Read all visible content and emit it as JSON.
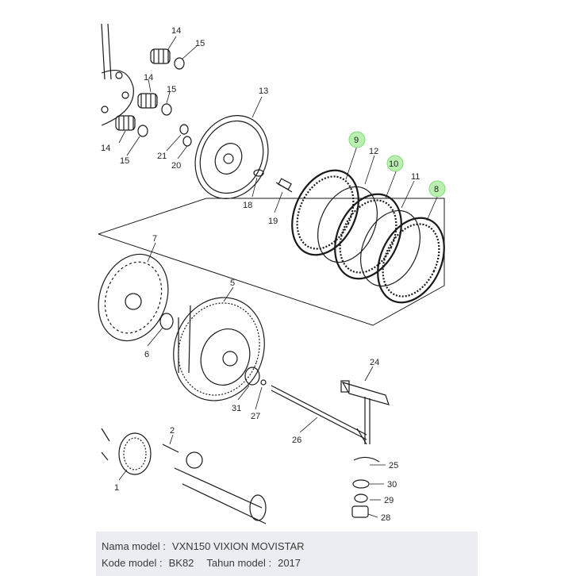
{
  "diagram": {
    "callouts": [
      {
        "id": "c14a",
        "label": "14"
      },
      {
        "id": "c15a",
        "label": "15"
      },
      {
        "id": "c14b",
        "label": "14"
      },
      {
        "id": "c15b",
        "label": "15"
      },
      {
        "id": "c13",
        "label": "13"
      },
      {
        "id": "c14c",
        "label": "14"
      },
      {
        "id": "c15c",
        "label": "15"
      },
      {
        "id": "c21",
        "label": "21"
      },
      {
        "id": "c20",
        "label": "20"
      },
      {
        "id": "c18",
        "label": "18"
      },
      {
        "id": "c19",
        "label": "19"
      },
      {
        "id": "c9",
        "label": "9",
        "highlighted": true
      },
      {
        "id": "c12",
        "label": "12"
      },
      {
        "id": "c10",
        "label": "10",
        "highlighted": true
      },
      {
        "id": "c11",
        "label": "11"
      },
      {
        "id": "c8",
        "label": "8",
        "highlighted": true
      },
      {
        "id": "c7",
        "label": "7"
      },
      {
        "id": "c5",
        "label": "5"
      },
      {
        "id": "c6",
        "label": "6"
      },
      {
        "id": "c31",
        "label": "31"
      },
      {
        "id": "c27",
        "label": "27"
      },
      {
        "id": "c24",
        "label": "24"
      },
      {
        "id": "c26",
        "label": "26"
      },
      {
        "id": "c2",
        "label": "2"
      },
      {
        "id": "c1",
        "label": "1"
      },
      {
        "id": "c25",
        "label": "25"
      },
      {
        "id": "c30",
        "label": "30"
      },
      {
        "id": "c29",
        "label": "29"
      },
      {
        "id": "c28",
        "label": "28"
      }
    ],
    "highlight_color": "#b9f0b0"
  },
  "info": {
    "model_name_label": "Nama model :",
    "model_name_value": "VXN150 VIXION  MOVISTAR",
    "model_code_label": "Kode model :",
    "model_code_value": "BK82",
    "year_label": "Tahun model :",
    "year_value": "2017"
  }
}
